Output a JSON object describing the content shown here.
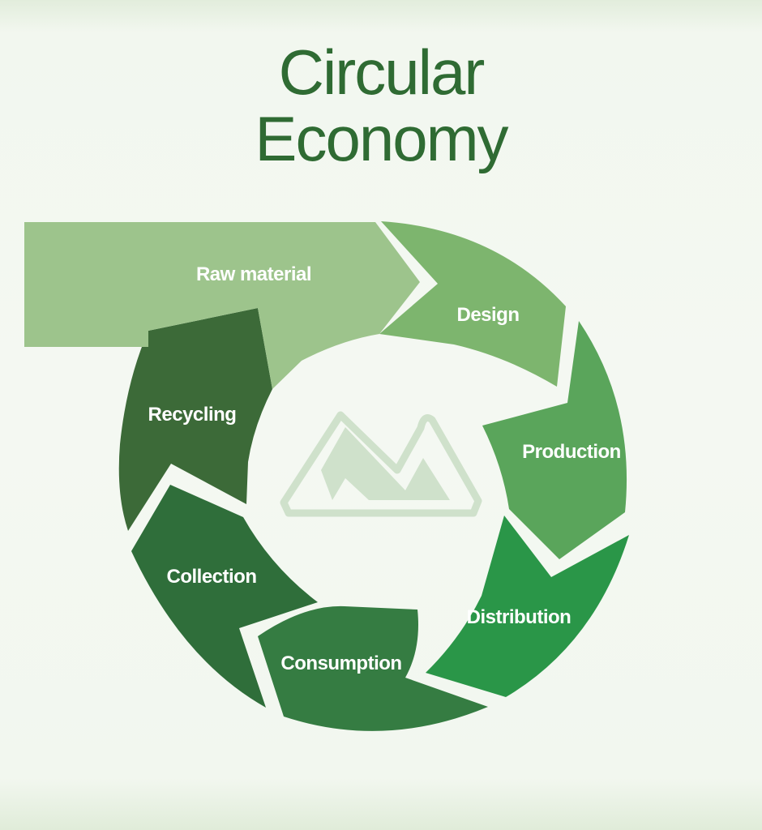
{
  "title": {
    "line1": "Circular",
    "line2": "Economy"
  },
  "stages": {
    "raw_material": "Raw material",
    "design": "Design",
    "production": "Production",
    "distribution": "Distribution",
    "consumption": "Consumption",
    "collection": "Collection",
    "recycling": "Recycling"
  },
  "colors": {
    "title": "#2f6b33",
    "raw_material": "#9dc48c",
    "design": "#7db56e",
    "production": "#5aa55b",
    "distribution": "#2a9648",
    "consumption": "#357c42",
    "collection": "#2f6e3a",
    "recycling": "#3c6a38",
    "logo": "#cfe1cb"
  },
  "logo": {
    "icon": "mountain-m-logo"
  }
}
